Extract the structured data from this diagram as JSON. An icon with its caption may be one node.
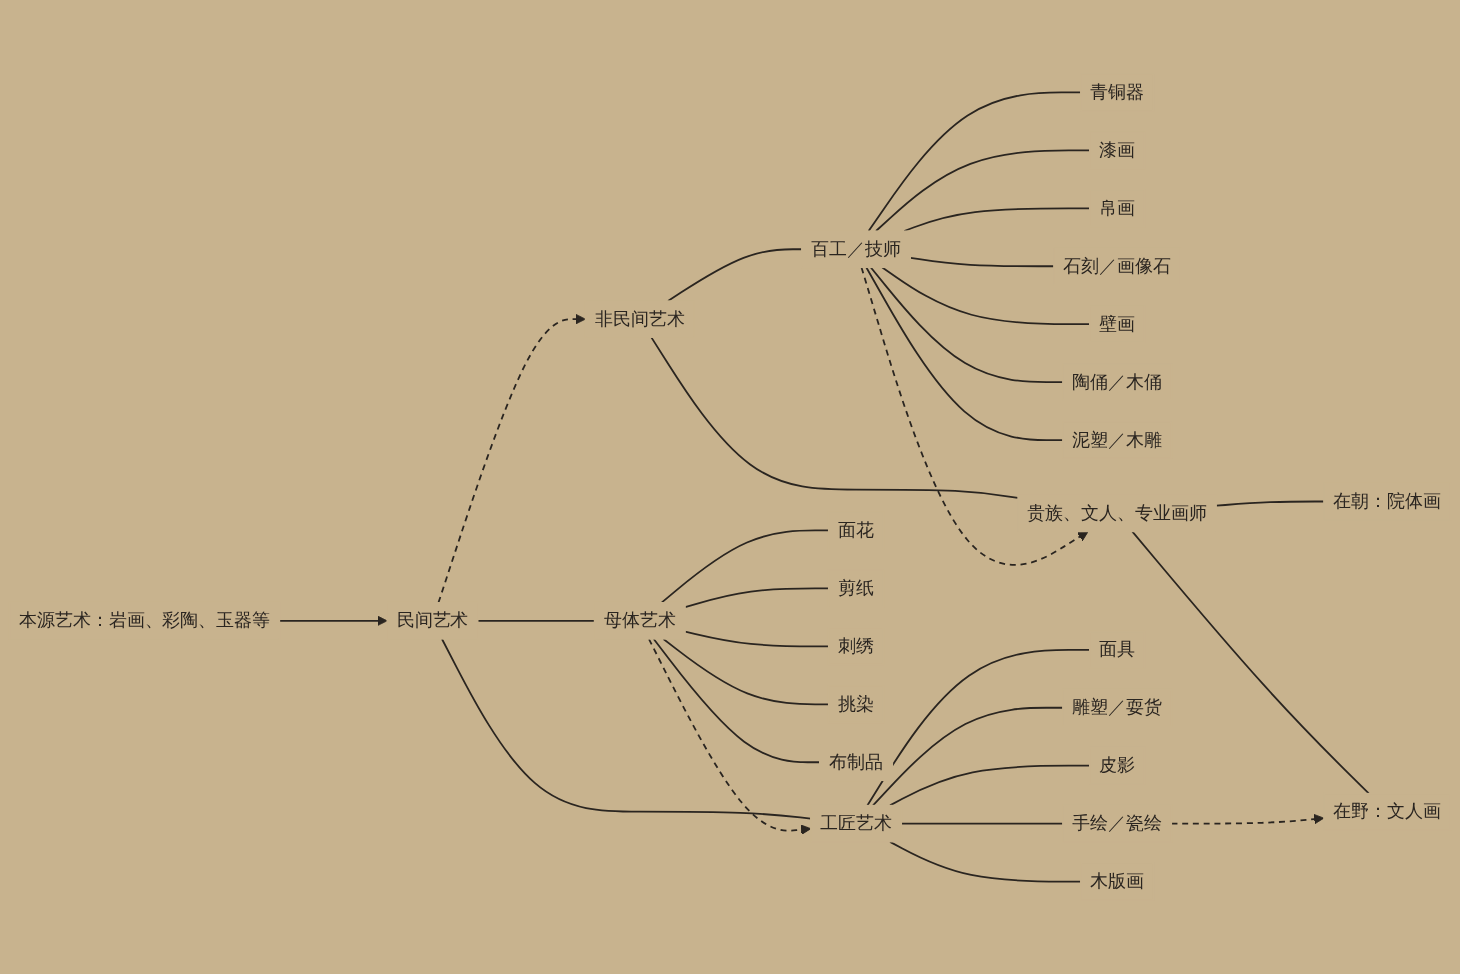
{
  "diagram": {
    "nodes": [
      {
        "text": [
          "本源艺术：岩画、彩陶、玉器等"
        ]
      },
      {
        "text": [
          "民间艺术"
        ]
      },
      {
        "text": [
          "非民间艺术"
        ]
      },
      {
        "text": [
          "百工／技师"
        ]
      },
      {
        "text": [
          "贵族、文人、专业画师"
        ]
      },
      {
        "text": [
          "青铜器"
        ]
      },
      {
        "text": [
          "漆画"
        ]
      },
      {
        "text": [
          "帛画"
        ]
      },
      {
        "text": [
          "石刻／画像石"
        ]
      },
      {
        "text": [
          "壁画"
        ]
      },
      {
        "text": [
          "陶俑／木俑"
        ]
      },
      {
        "text": [
          "泥塑／木雕"
        ]
      },
      {
        "text": [
          "在朝：院体画"
        ]
      },
      {
        "text": [
          "在野：文人画"
        ]
      },
      {
        "text": [
          "母体艺术"
        ]
      },
      {
        "text": [
          "工匠艺术"
        ]
      },
      {
        "text": [
          "面花"
        ]
      },
      {
        "text": [
          "剪纸"
        ]
      },
      {
        "text": [
          "刺绣"
        ]
      },
      {
        "text": [
          "挑染"
        ]
      },
      {
        "text": [
          "布制品"
        ]
      },
      {
        "text": [
          "面具"
        ]
      },
      {
        "text": [
          "雕塑／耍货"
        ]
      },
      {
        "text": [
          "皮影"
        ]
      },
      {
        "text": [
          "手绘／瓷绘"
        ]
      },
      {
        "text": [
          "木版画"
        ]
      }
    ],
    "edges": [
      {
        "from": 0,
        "to": 1,
        "arrow": "to"
      },
      {
        "from": 1,
        "to": 2,
        "arrow": "to",
        "style": "dashed"
      },
      {
        "from": 2,
        "to": 3,
        "arrow": "none"
      },
      {
        "from": 2,
        "to": 4,
        "arrow": "none"
      },
      {
        "from": 3,
        "to": 5,
        "arrow": "none"
      },
      {
        "from": 3,
        "to": 6,
        "arrow": "none"
      },
      {
        "from": 3,
        "to": 7,
        "arrow": "none"
      },
      {
        "from": 3,
        "to": 8,
        "arrow": "none"
      },
      {
        "from": 3,
        "to": 9,
        "arrow": "none"
      },
      {
        "from": 3,
        "to": 10,
        "arrow": "none"
      },
      {
        "from": 3,
        "to": 11,
        "arrow": "none"
      },
      {
        "from": 3,
        "to": 4,
        "arrow": "to",
        "style": "dashed"
      },
      {
        "from": 4,
        "to": 12,
        "arrow": "none"
      },
      {
        "from": 4,
        "to": 13,
        "arrow": "none"
      },
      {
        "from": 1,
        "to": 14,
        "arrow": "none"
      },
      {
        "from": 1,
        "to": 15,
        "arrow": "none"
      },
      {
        "from": 14,
        "to": 15,
        "arrow": "to",
        "style": "dashed"
      },
      {
        "from": 14,
        "to": 16,
        "arrow": "none"
      },
      {
        "from": 14,
        "to": 17,
        "arrow": "none"
      },
      {
        "from": 14,
        "to": 18,
        "arrow": "none"
      },
      {
        "from": 14,
        "to": 19,
        "arrow": "none"
      },
      {
        "from": 14,
        "to": 20,
        "arrow": "none"
      },
      {
        "from": 15,
        "to": 21,
        "arrow": "none"
      },
      {
        "from": 15,
        "to": 22,
        "arrow": "none"
      },
      {
        "from": 15,
        "to": 23,
        "arrow": "none"
      },
      {
        "from": 15,
        "to": 24,
        "arrow": "none"
      },
      {
        "from": 15,
        "to": 25,
        "arrow": "none"
      },
      {
        "from": 24,
        "to": 13,
        "arrow": "to",
        "style": "dashed"
      }
    ]
  }
}
